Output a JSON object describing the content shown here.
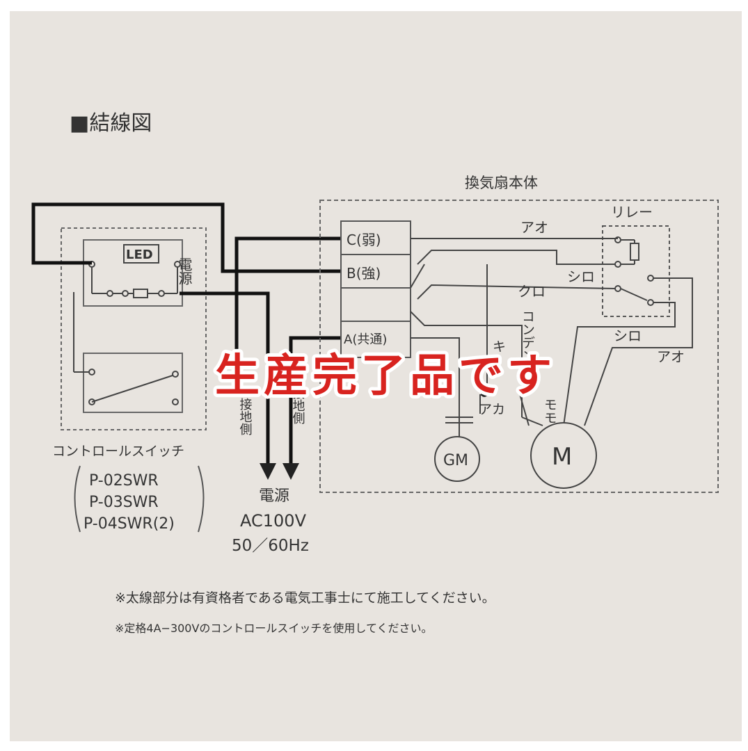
{
  "title": "■結線図",
  "unit_label": "換気扇本体",
  "relay_label": "リレー",
  "terminals": {
    "c": "C(弱)",
    "b": "B(強)",
    "a": "A(共通)"
  },
  "wire_labels": {
    "ao_top": "アオ",
    "shiro_1": "シロ",
    "kuro": "クロ",
    "shiro_2": "シロ",
    "ao_bottom": "アオ",
    "condenser": "コンデンサ",
    "aka": "アカ",
    "momo": "モモ",
    "ki": "キ"
  },
  "switch_labels": {
    "led": "LED",
    "power_side": "電源"
  },
  "line_side": {
    "earth_side": "接地側",
    "non_earth_side": "非接地側"
  },
  "motors": {
    "gm": "GM",
    "m": "M"
  },
  "controller": {
    "title": "コントロールスイッチ",
    "models": [
      "P-02SWR",
      "P-03SWR",
      "P-04SWR(2)"
    ]
  },
  "power_source": {
    "line1": "電源",
    "line2": "AC100V",
    "line3": "50／60Hz"
  },
  "notes": [
    "※太線部分は有資格者である電気工事士にて施工してください。",
    "※定格4A−300Vのコントロールスイッチを使用してください。"
  ],
  "overlay_text": "生産完了品です",
  "colors": {
    "background": "#e8e4df",
    "line": "#333333",
    "overlay": "#d8231f"
  }
}
